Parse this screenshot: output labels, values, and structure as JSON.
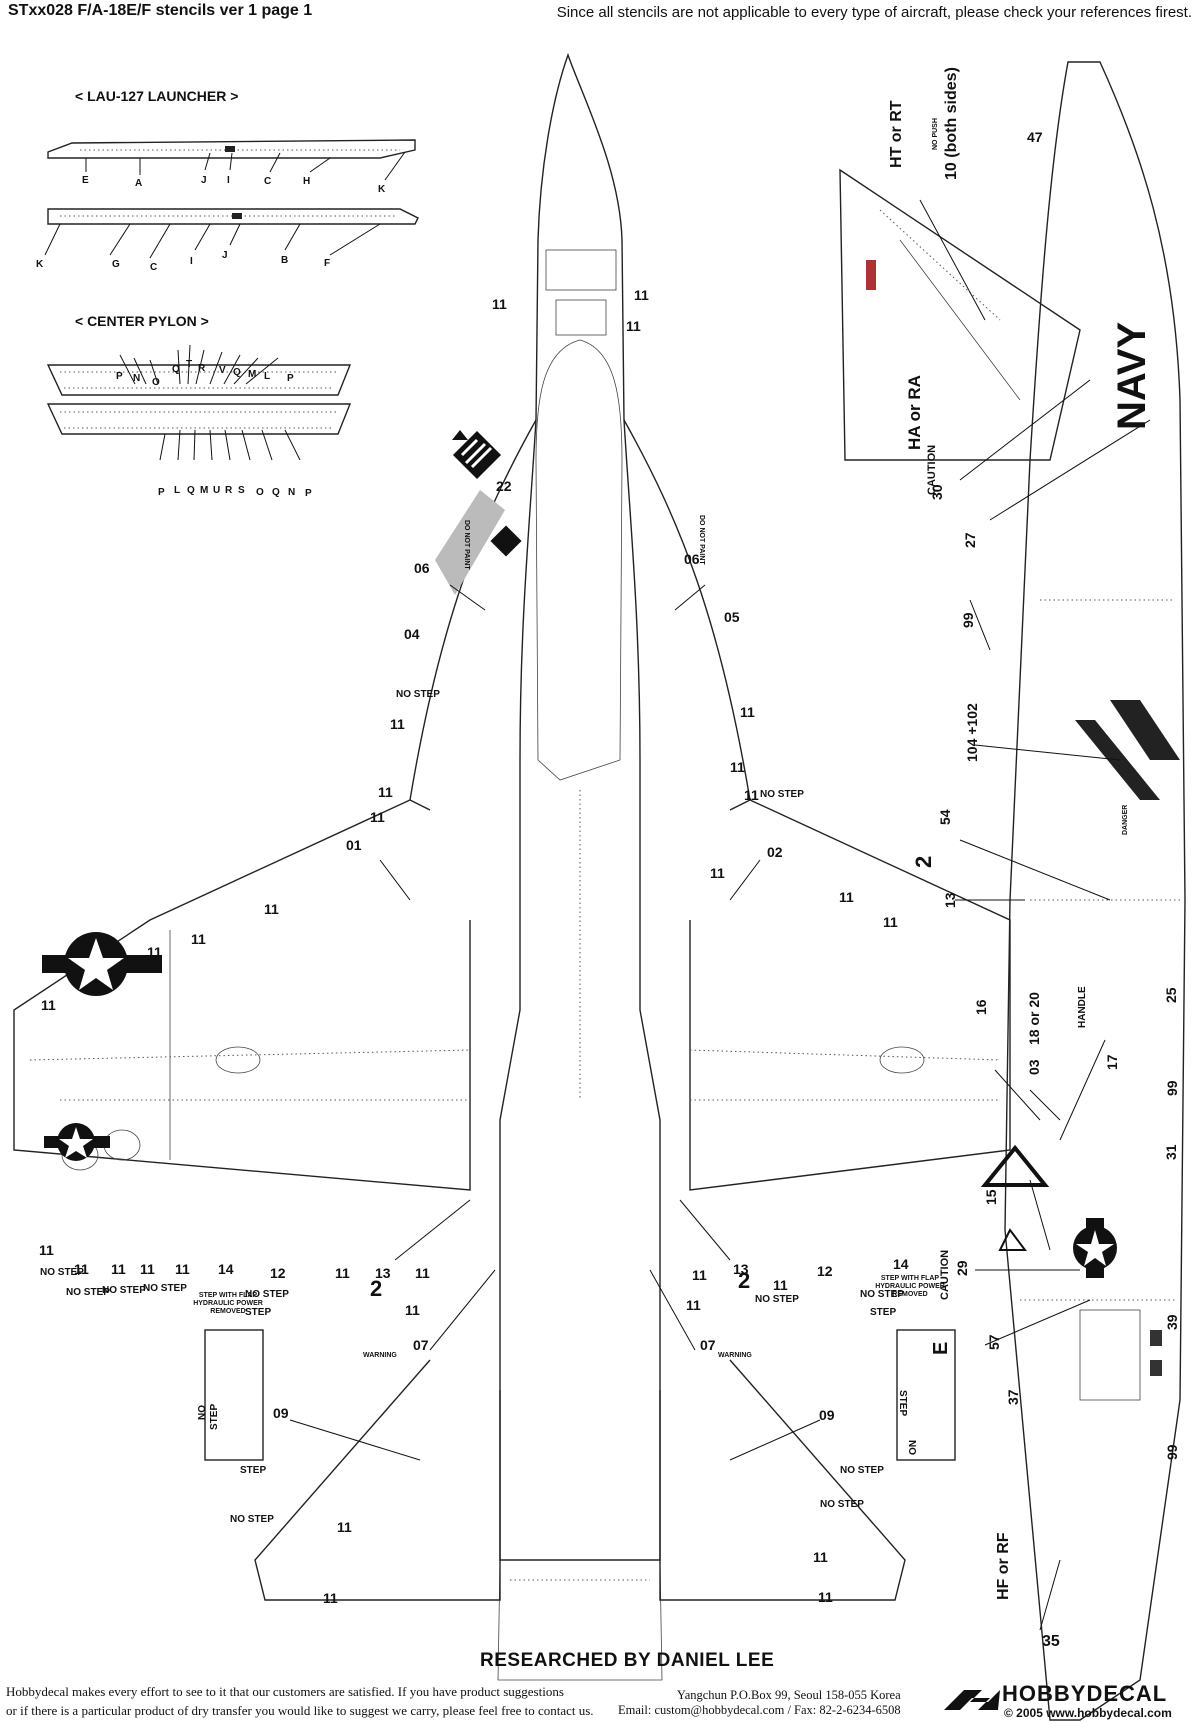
{
  "header": {
    "title": "STxx028 F/A-18E/F stencils ver 1 page 1",
    "note": "Since all stencils are not applicable to every type of aircraft, please check your references firest."
  },
  "sections": {
    "lau127": {
      "title": "< LAU-127 LAUNCHER >",
      "top_letters": [
        "E",
        "A",
        "J",
        "I",
        "C",
        "H",
        "K"
      ],
      "bottom_letters": [
        "K",
        "G",
        "C",
        "I",
        "J",
        "B",
        "F"
      ]
    },
    "center_pylon": {
      "title": "< CENTER PYLON >",
      "top_letters": [
        "P",
        "N",
        "O",
        "Q",
        "T",
        "R",
        "V",
        "Q",
        "M",
        "L",
        "P"
      ],
      "bottom_letters": [
        "P",
        "L",
        "Q",
        "M",
        "U",
        "R",
        "S",
        "O",
        "Q",
        "N",
        "P"
      ]
    }
  },
  "planform_labels": {
    "n11": "11",
    "n22": "22",
    "n06": "06",
    "n05": "05",
    "n04": "04",
    "n01": "01",
    "n02": "02",
    "n14": "14",
    "n12": "12",
    "n13": "13",
    "n07": "07",
    "n09": "09",
    "n2": "2",
    "no_step": "NO STEP",
    "step": "STEP",
    "no": "NO",
    "warning": "WARNING",
    "caution": "CAUTION",
    "do_not_paint": "DO NOT PAINT",
    "step_flap": "STEP WITH FLAP HYDRAULIC POWER REMOVED",
    "no_push": "NO PUSH",
    "handle": "HANDLE",
    "danger": "DANGER",
    "e_mark": "E"
  },
  "side_labels": {
    "ht_rt": "HT or RT",
    "n10": "10 (both sides)",
    "n47": "47",
    "ha_ra": "HA or RA",
    "n30": "30",
    "n27": "27",
    "n99": "99",
    "n104": "104 +102",
    "n54": "54",
    "n13": "13",
    "n2": "2",
    "n16": "16",
    "n18_20": "18 or 20",
    "n03": "03",
    "n17": "17",
    "n25": "25",
    "n31": "31",
    "n15": "15",
    "n29": "29",
    "n57": "57",
    "n37": "37",
    "n39": "39",
    "hf_rf": "HF or RF",
    "n35": "35",
    "navy": "NAVY"
  },
  "footer": {
    "researched": "RESEARCHED BY DANIEL LEE",
    "left_line1": "Hobbydecal makes every effort to see to it that our customers are satisfied. If you have product suggestions",
    "left_line2": "or if there is a particular product of dry transfer you would like to suggest we carry,  please feel free to contact us.",
    "address": "Yangchun P.O.Box 99, Seoul 158-055 Korea",
    "email": "Email: custom@hobbydecal.com / Fax: 82-2-6234-6508",
    "brand": "HOBBYDECAL",
    "copyright": "© 2005 www.hobbydecal.com"
  }
}
